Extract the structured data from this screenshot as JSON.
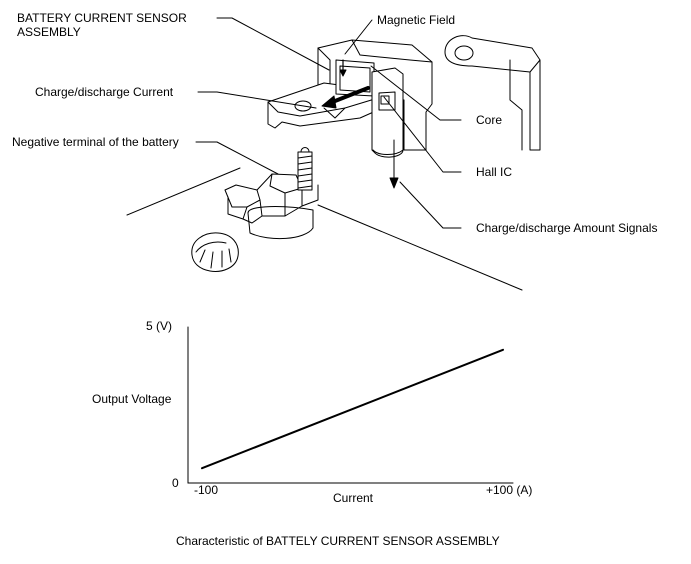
{
  "labels": {
    "sensor_assembly": "BATTERY CURRENT SENSOR\nASSEMBLY",
    "magnetic_field": "Magnetic Field",
    "charge_discharge_current": "Charge/discharge Current",
    "core": "Core",
    "negative_terminal": "Negative terminal of the battery",
    "hall_ic": "Hall IC",
    "amount_signals": "Charge/discharge Amount Signals"
  },
  "graph": {
    "y_max_label": "5 (V)",
    "y_axis_label": "Output Voltage",
    "y_zero_label": "0",
    "x_min_label": "-100",
    "x_max_label": "+100 (A)",
    "x_axis_label": "Current",
    "caption": "Characteristic of BATTELY CURRENT SENSOR ASSEMBLY"
  },
  "chart_data": {
    "type": "line",
    "title": "Characteristic of BATTELY CURRENT SENSOR ASSEMBLY",
    "xlabel": "Current",
    "ylabel": "Output Voltage",
    "xlim": [
      -100,
      100
    ],
    "ylim": [
      0,
      5
    ],
    "x": [
      -100,
      100
    ],
    "y": [
      0.5,
      4.5
    ],
    "grid": false
  }
}
